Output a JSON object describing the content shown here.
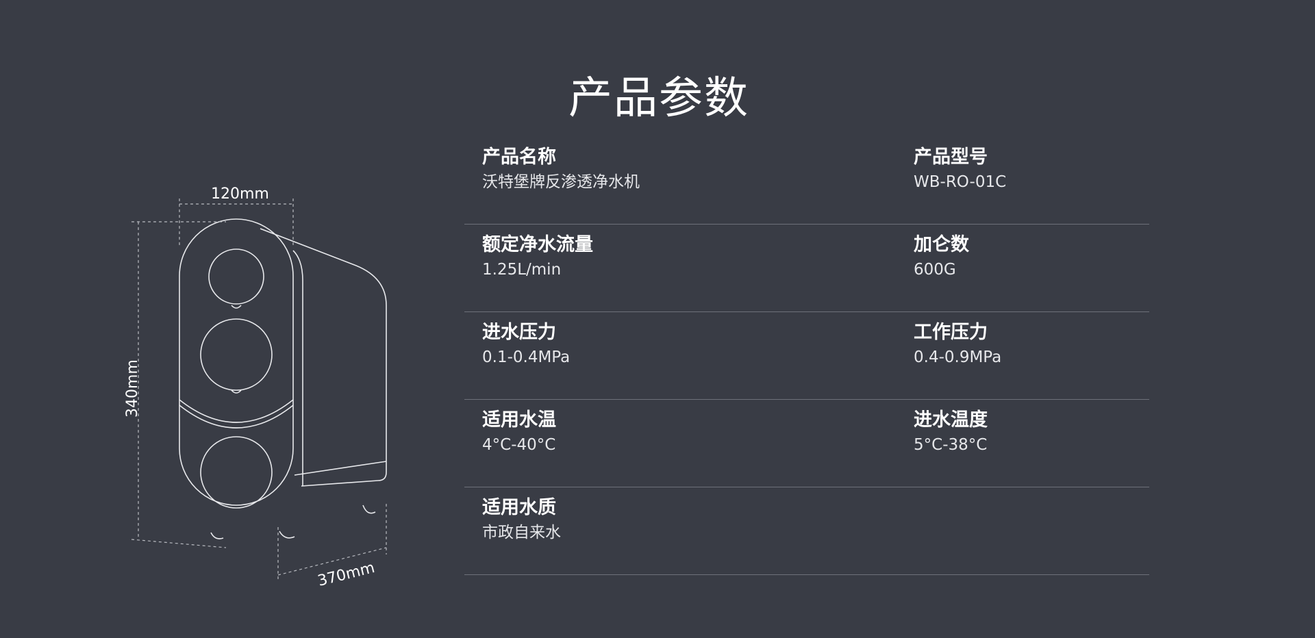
{
  "page": {
    "title": "产品参数"
  },
  "illustration": {
    "width_label": "120mm",
    "height_label": "340mm",
    "depth_label": "370mm"
  },
  "specs": [
    {
      "left": {
        "label": "产品名称",
        "value": "沃特堡牌反渗透净水机"
      },
      "right": {
        "label": "产品型号",
        "value": "WB-RO-01C"
      }
    },
    {
      "left": {
        "label": "额定净水流量",
        "value": "1.25L/min"
      },
      "right": {
        "label": "加仑数",
        "value": "600G"
      }
    },
    {
      "left": {
        "label": "进水压力",
        "value": "0.1-0.4MPa"
      },
      "right": {
        "label": "工作压力",
        "value": "0.4-0.9MPa"
      }
    },
    {
      "left": {
        "label": "适用水温",
        "value": "4°C-40°C"
      },
      "right": {
        "label": "进水温度",
        "value": "5°C-38°C"
      }
    },
    {
      "left": {
        "label": "适用水质",
        "value": "市政自来水"
      }
    }
  ]
}
